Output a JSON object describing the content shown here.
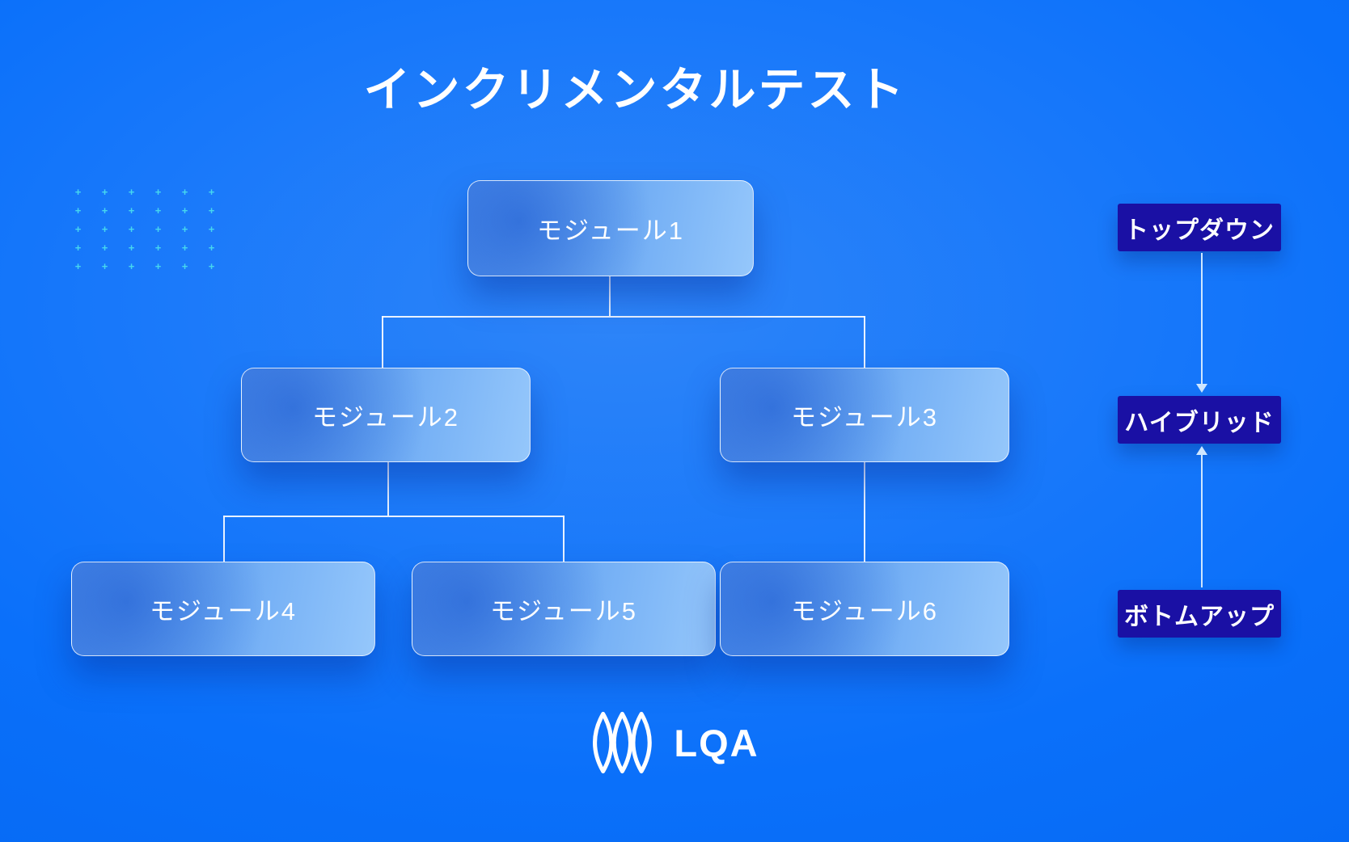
{
  "title": "インクリメンタルテスト",
  "modules": [
    {
      "label": "モジュール1"
    },
    {
      "label": "モジュール2"
    },
    {
      "label": "モジュール3"
    },
    {
      "label": "モジュール4"
    },
    {
      "label": "モジュール5"
    },
    {
      "label": "モジュール6"
    }
  ],
  "strategies": {
    "top_down": {
      "label": "トップダウン"
    },
    "hybrid": {
      "label": "ハイブリッド"
    },
    "bottom_up": {
      "label": "ボトムアップ"
    }
  },
  "footer": {
    "logo_text": "LQA"
  },
  "decorations": {
    "dot_grid": {
      "rows": 5,
      "cols": 6,
      "glyph": "+"
    }
  },
  "colors": {
    "background": "#0a70fa",
    "strategy_label_bg": "#1a10a4",
    "module_box_border": "#ffffff",
    "dot": "#46d7ef",
    "arrow": "#cfe7ff"
  }
}
